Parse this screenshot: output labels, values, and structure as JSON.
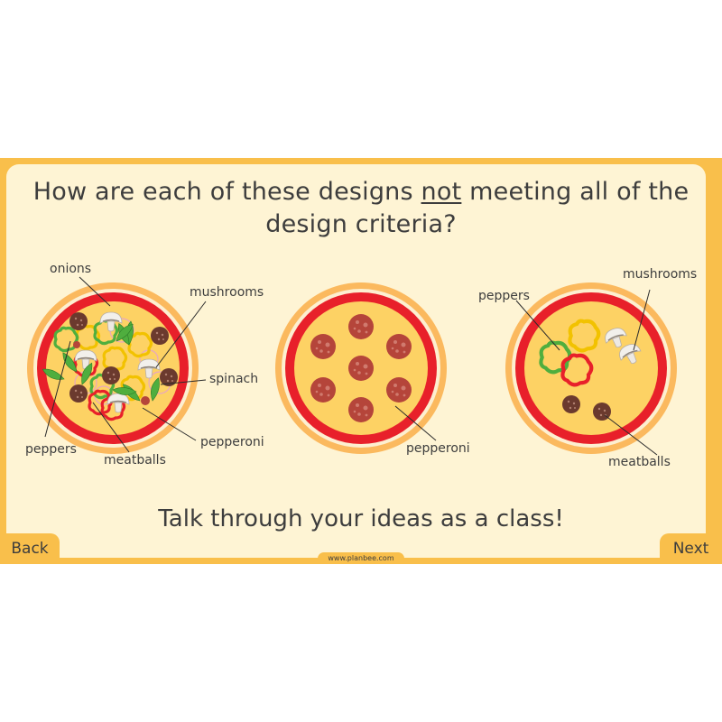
{
  "slide": {
    "title_part1": "How are each of these designs ",
    "title_emphasis": "not",
    "title_part2": " meeting all of the",
    "title_line2": "design criteria?",
    "footer_message": "Talk through your ideas as a class!",
    "website": "www.planbee.com"
  },
  "navigation": {
    "back_label": "Back",
    "next_label": "Next"
  },
  "pizzas": [
    {
      "id": "pizza-1",
      "labels": [
        "onions",
        "mushrooms",
        "spinach",
        "pepperoni",
        "meatballs",
        "peppers"
      ]
    },
    {
      "id": "pizza-2",
      "labels": [
        "pepperoni"
      ]
    },
    {
      "id": "pizza-3",
      "labels": [
        "peppers",
        "mushrooms",
        "meatballs"
      ]
    }
  ],
  "colors": {
    "frame": "#F9BF4B",
    "panel": "#FEF4D4",
    "text": "#3d3d3d",
    "crust": "#FBB95E",
    "sauce": "#E8202A",
    "cheese": "#FDD264",
    "pepperoni": "#B5453A",
    "meatball": "#6B3A2E"
  }
}
